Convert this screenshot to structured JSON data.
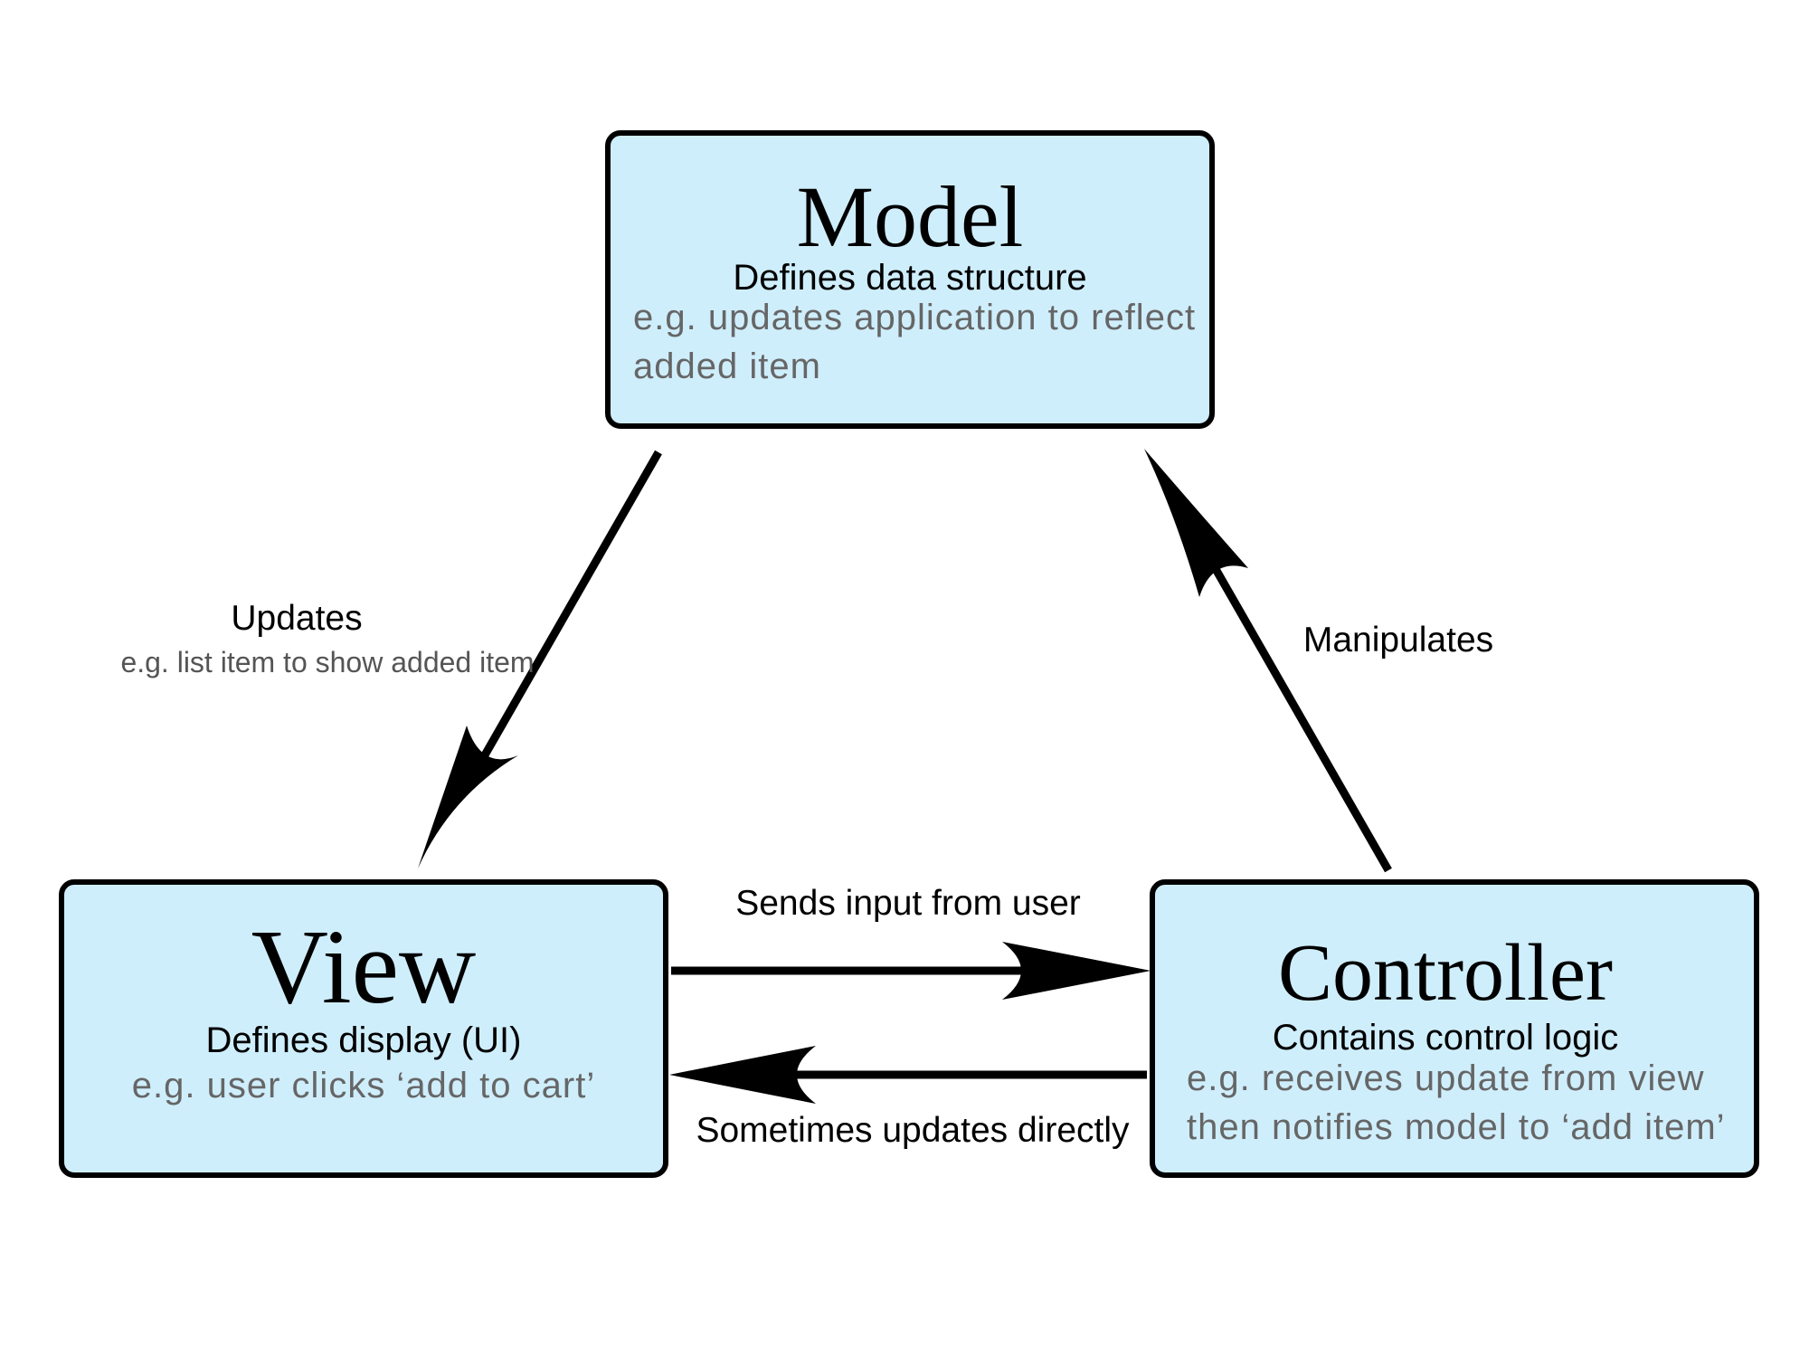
{
  "diagram": {
    "nodes": {
      "model": {
        "title": "Model",
        "subtitle": "Defines data structure",
        "example_line1": "e.g. updates application to reflect",
        "example_line2": "added item"
      },
      "view": {
        "title": "View",
        "subtitle": "Defines display (UI)",
        "example_line1": "e.g. user clicks ‘add to cart’"
      },
      "controller": {
        "title": "Controller",
        "subtitle": "Contains control logic",
        "example_line1": "e.g. receives update from view",
        "example_line2": "then notifies model to ‘add item’"
      }
    },
    "edges": {
      "model_to_view": {
        "label": "Updates",
        "sublabel": "e.g. list item to show added item"
      },
      "controller_to_model": {
        "label": "Manipulates"
      },
      "view_to_controller": {
        "label": "Sends input from user"
      },
      "controller_to_view": {
        "label": "Sometimes updates directly"
      }
    }
  },
  "colors": {
    "box_fill": "#cfeefc",
    "box_stroke": "#000000",
    "example_text": "#666666"
  }
}
